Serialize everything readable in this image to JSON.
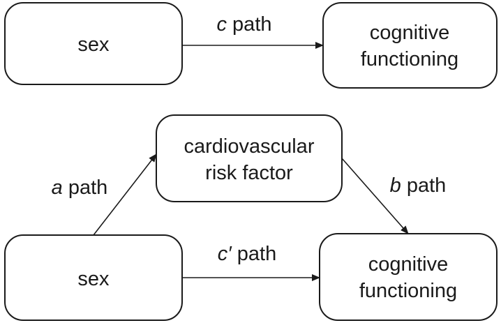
{
  "top_model": {
    "predictor": {
      "label": "sex"
    },
    "outcome": {
      "line1": "cognitive",
      "line2": "functioning"
    },
    "c_path": {
      "letter": "c",
      "word": " path"
    }
  },
  "mediation_model": {
    "mediator": {
      "line1": "cardiovascular",
      "line2": "risk factor"
    },
    "predictor": {
      "label": "sex"
    },
    "outcome": {
      "line1": "cognitive",
      "line2": "functioning"
    },
    "a_path": {
      "letter": "a",
      "word": " path"
    },
    "b_path": {
      "letter": "b",
      "word": " path"
    },
    "c_prime_path": {
      "letter": "c′",
      "word": " path"
    }
  }
}
